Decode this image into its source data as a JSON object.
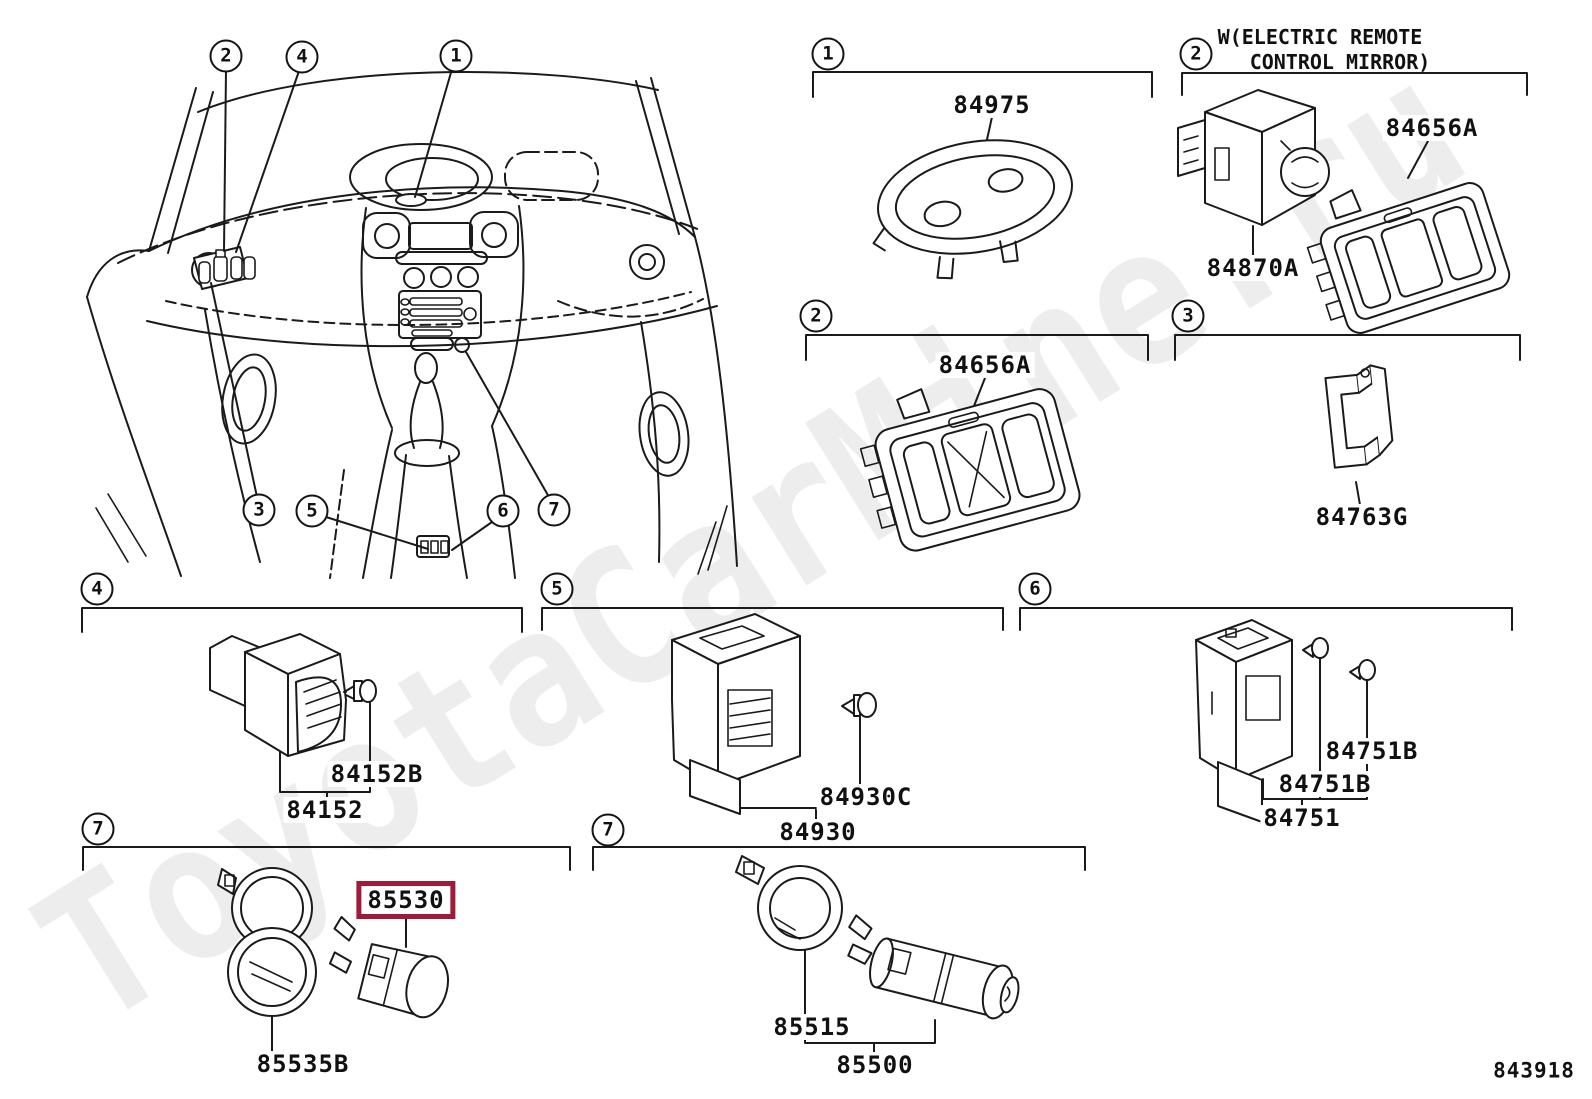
{
  "watermark": "ToyotaCarMine.ru",
  "doc_number": "843918",
  "highlight_color": "#9e1b3c",
  "note": {
    "line1": "W(ELECTRIC REMOTE",
    "line2": "CONTROL MIRROR)"
  },
  "dashboard_callouts": {
    "c1": "1",
    "c2": "2",
    "c3": "3",
    "c4": "4",
    "c5": "5",
    "c6": "6",
    "c7": "7"
  },
  "groups": {
    "g1": {
      "num": "1",
      "parts": {
        "p84975": "84975"
      }
    },
    "g2_top": {
      "num": "2",
      "parts": {
        "p84870a": "84870A",
        "p84656a": "84656A"
      }
    },
    "g2_mid": {
      "num": "2",
      "parts": {
        "p84656a": "84656A"
      }
    },
    "g3": {
      "num": "3",
      "parts": {
        "p84763g": "84763G"
      }
    },
    "g4": {
      "num": "4",
      "parts": {
        "p84152": "84152",
        "p84152b": "84152B"
      }
    },
    "g5": {
      "num": "5",
      "parts": {
        "p84930": "84930",
        "p84930c": "84930C"
      }
    },
    "g6": {
      "num": "6",
      "parts": {
        "p84751": "84751",
        "p84751b": "84751B",
        "p84751b2": "84751B"
      }
    },
    "g7_left": {
      "num": "7",
      "parts": {
        "p85530": "85530",
        "p85535b": "85535B"
      }
    },
    "g7_mid": {
      "num": "7",
      "parts": {
        "p85515": "85515",
        "p85500": "85500"
      }
    }
  }
}
